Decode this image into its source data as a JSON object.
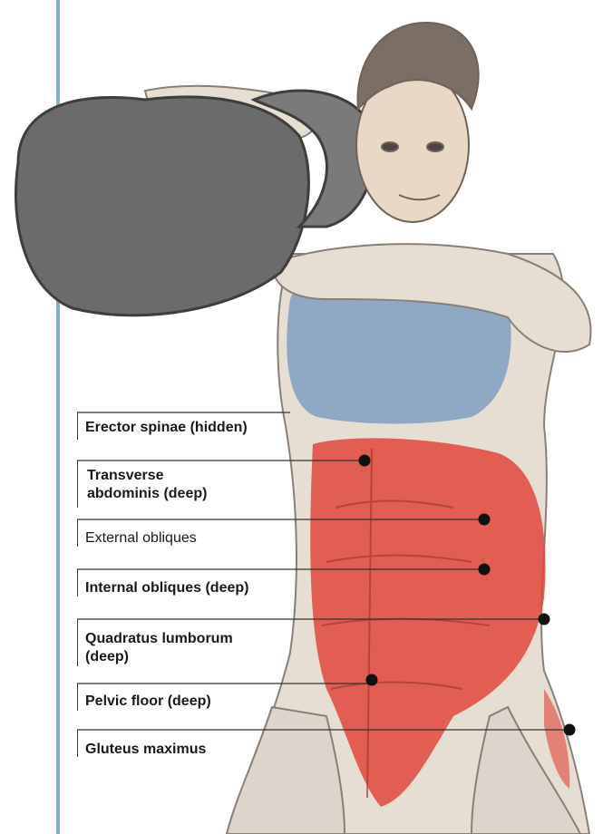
{
  "colors": {
    "accent_rule": "#7fb2c1",
    "highlight_red": "#e0463b",
    "highlight_blue": "#6f93b3",
    "kettlebell": "#6b6b6b",
    "leader_line": "#333333"
  },
  "labels": [
    {
      "id": "erector-spinae",
      "text": "Erector spinae (hidden)",
      "bold": true
    },
    {
      "id": "transverse-abdominis-line1",
      "text": "Transverse",
      "bold": true
    },
    {
      "id": "transverse-abdominis-line2",
      "text": "abdominis (deep)",
      "bold": true
    },
    {
      "id": "external-obliques",
      "text": "External obliques",
      "bold": false
    },
    {
      "id": "internal-obliques",
      "text": "Internal obliques (deep)",
      "bold": true
    },
    {
      "id": "quadratus-lumborum-line1",
      "text": "Quadratus lumborum",
      "bold": true
    },
    {
      "id": "quadratus-lumborum-line2",
      "text": "(deep)",
      "bold": true
    },
    {
      "id": "pelvic-floor",
      "text": "Pelvic floor (deep)",
      "bold": true
    },
    {
      "id": "gluteus-maximus",
      "text": "Gluteus maximus",
      "bold": true
    }
  ]
}
